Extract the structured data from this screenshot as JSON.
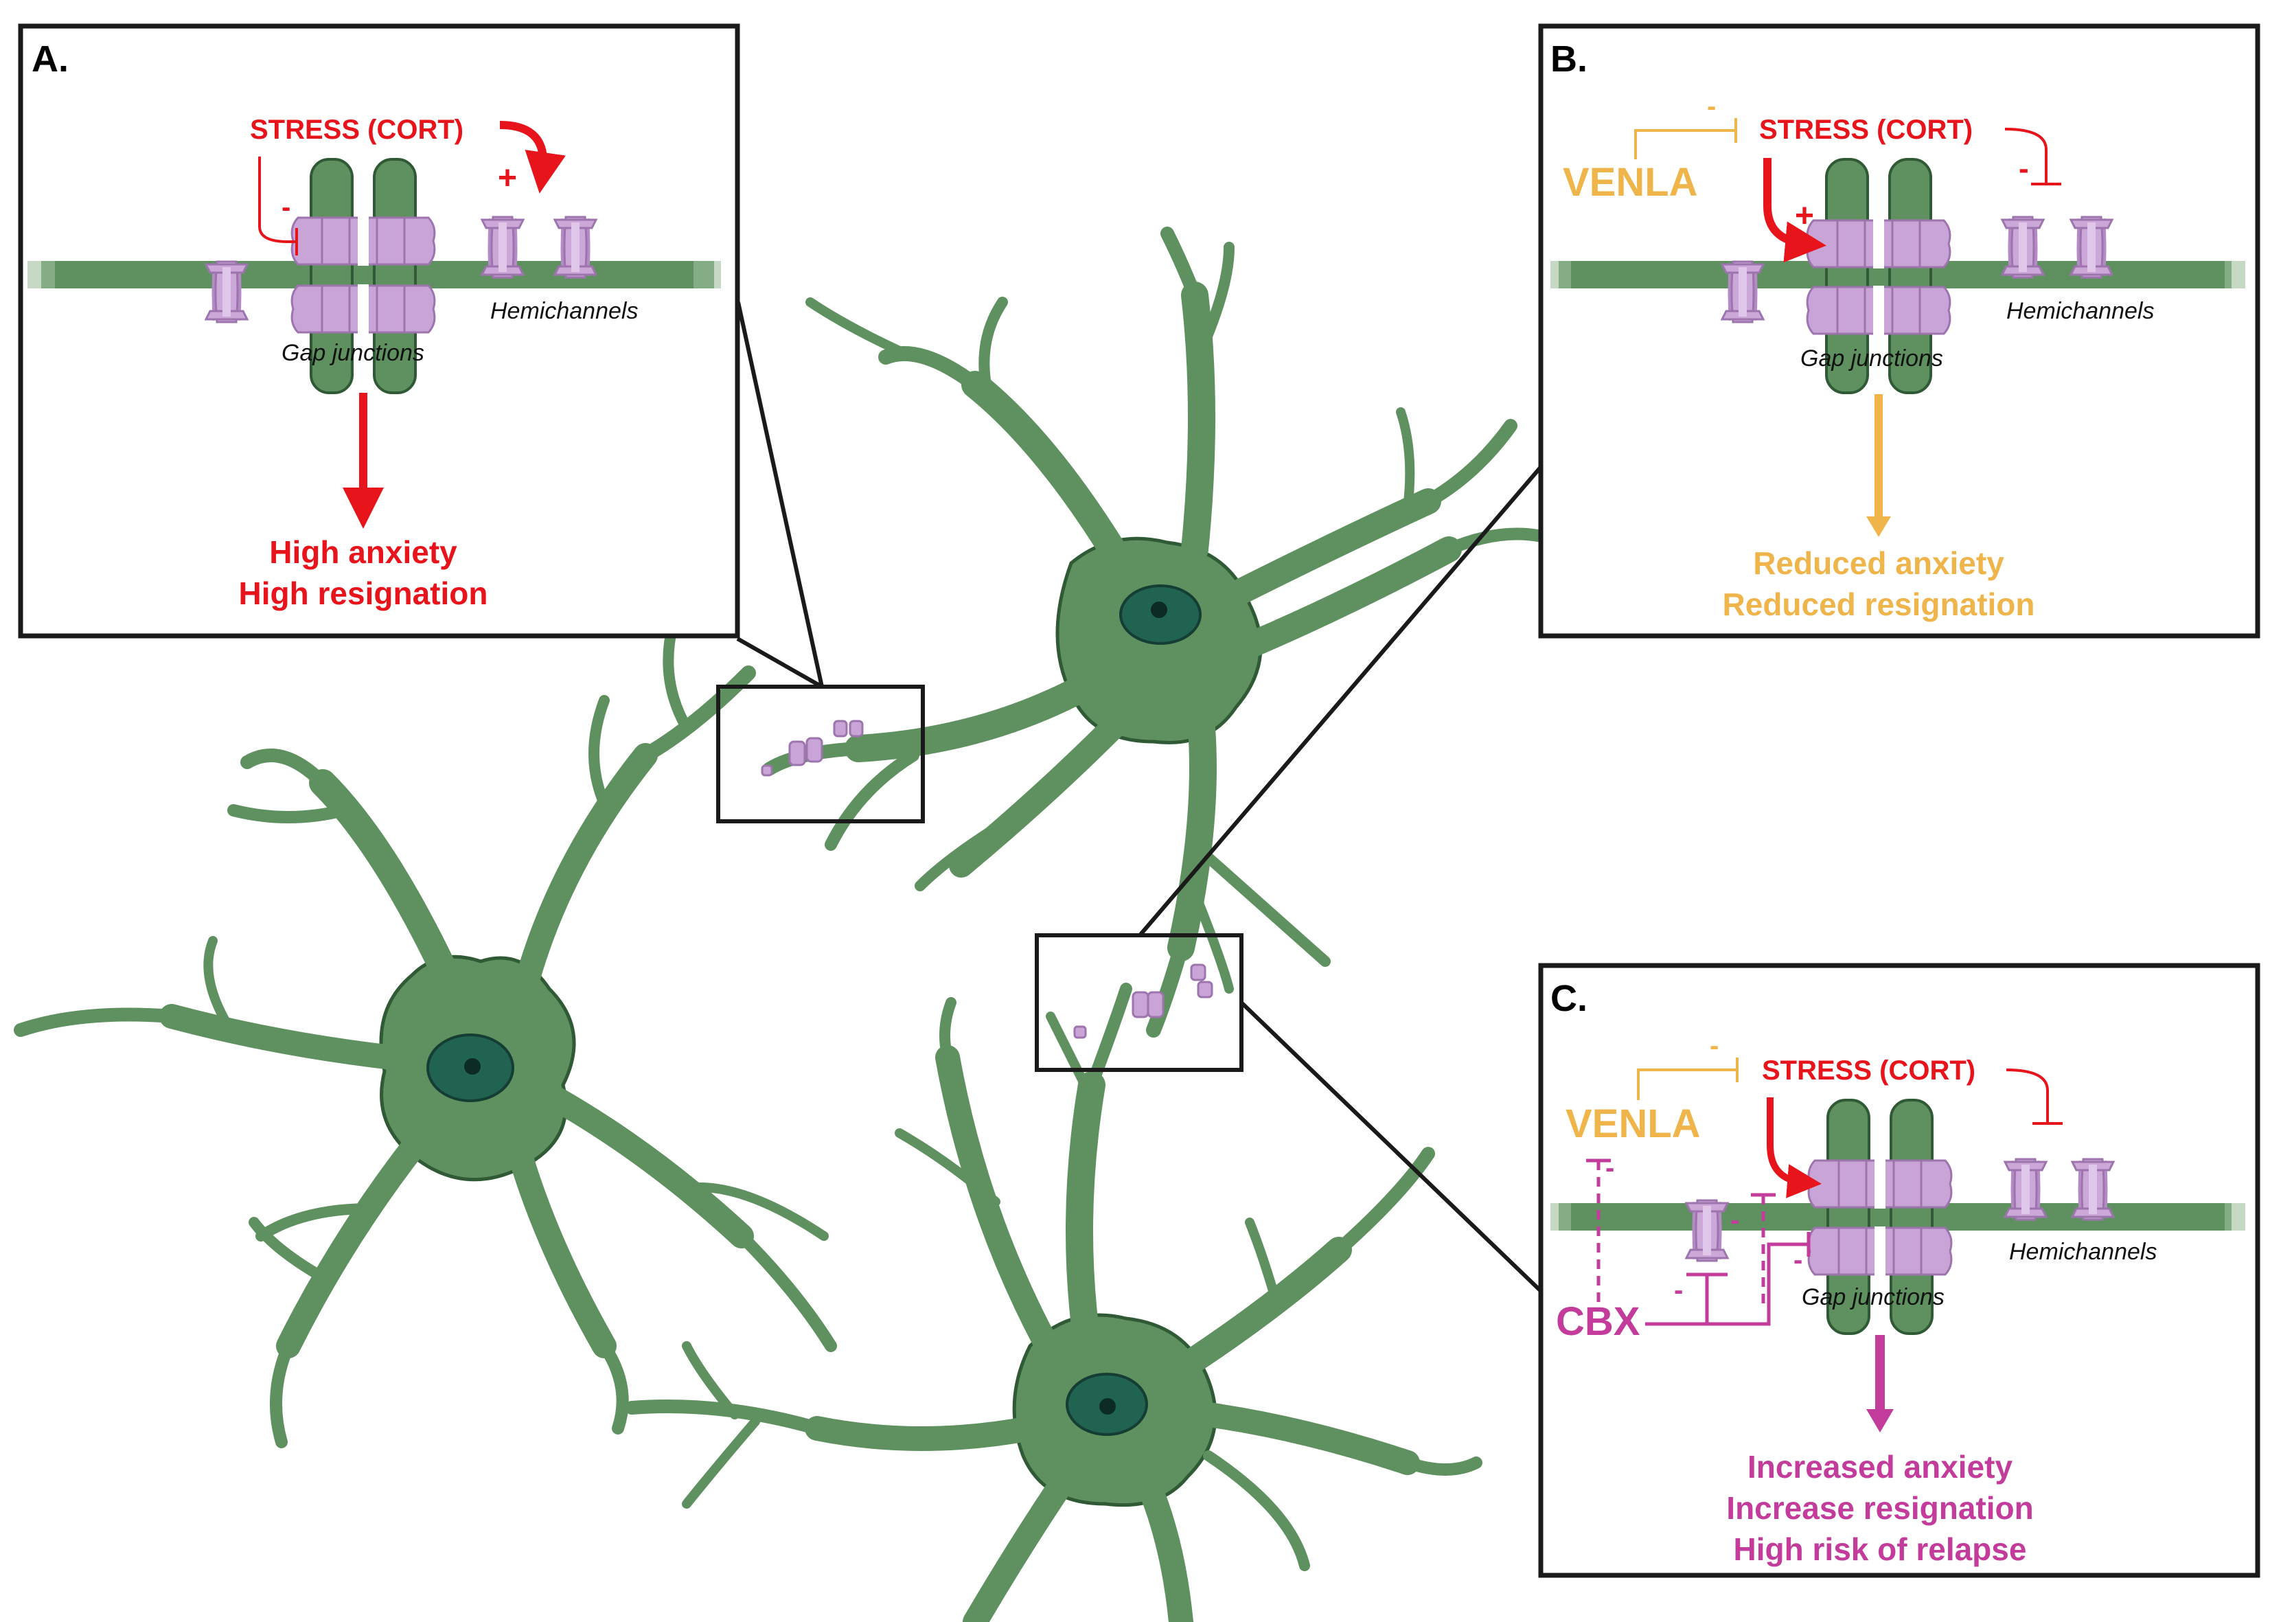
{
  "colors": {
    "astrocyte_fill": "#5f9160",
    "astrocyte_stroke": "#2f5a35",
    "nucleus": "#1f6350",
    "nucleolus": "#0c2b24",
    "connexin": "#c9a4d6",
    "connexin_stroke": "#9d74ad",
    "stress_red": "#e8141c",
    "venla_orange": "#f0b54a",
    "cbx_magenta": "#c33c9b",
    "panel_border": "#1a1a1a"
  },
  "panels": {
    "a": {
      "letter": "A.",
      "stress": "STRESS (CORT)",
      "minus": "-",
      "plus": "+",
      "gap_junctions": "Gap junctions",
      "hemichannels": "Hemichannels",
      "outcome_line1": "High anxiety",
      "outcome_line2": "High resignation"
    },
    "b": {
      "letter": "B.",
      "stress": "STRESS (CORT)",
      "drug": "VENLA",
      "minus_drug": "-",
      "minus_stress": "-",
      "plus": "+",
      "gap_junctions": "Gap junctions",
      "hemichannels": "Hemichannels",
      "outcome_line1": "Reduced anxiety",
      "outcome_line2": "Reduced resignation"
    },
    "c": {
      "letter": "C.",
      "stress": "STRESS (CORT)",
      "drug": "VENLA",
      "blocker": "CBX",
      "minus_drug": "-",
      "minus_cbx1": "-",
      "minus_cbx2": "-",
      "minus_cbx3": "-",
      "minus_cbx4": "-",
      "gap_junctions": "Gap junctions",
      "hemichannels": "Hemichannels",
      "outcome_line1": "Increased anxiety",
      "outcome_line2": "Increase resignation",
      "outcome_line3": "High risk of relapse"
    }
  }
}
